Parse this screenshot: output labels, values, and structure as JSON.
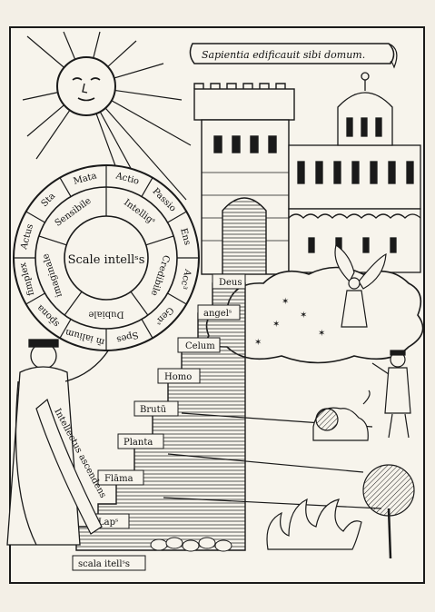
{
  "banner": "Sapientia edificauit sibi domum.",
  "wheel": {
    "outer": [
      "Actio",
      "Passio",
      "Ens",
      "Acc³",
      "Genˢ",
      "Spes",
      "m̄ ialium",
      "sp̄ona",
      "fimplex",
      "Actus",
      "Sta",
      "Mata"
    ],
    "middle": [
      "Intelligˢ",
      "Credibile",
      "Dubiale",
      "imaginale",
      "Sensibile"
    ],
    "center": "Scale intellˢs"
  },
  "steps": [
    "Deus",
    "angelˢ",
    "Celum",
    "Homo",
    "Brutū",
    "Planta",
    "Flāma",
    "Lapˢ"
  ],
  "staircase_caption": "scala itellˢs",
  "scroll_text": "Intellectus ascendens"
}
